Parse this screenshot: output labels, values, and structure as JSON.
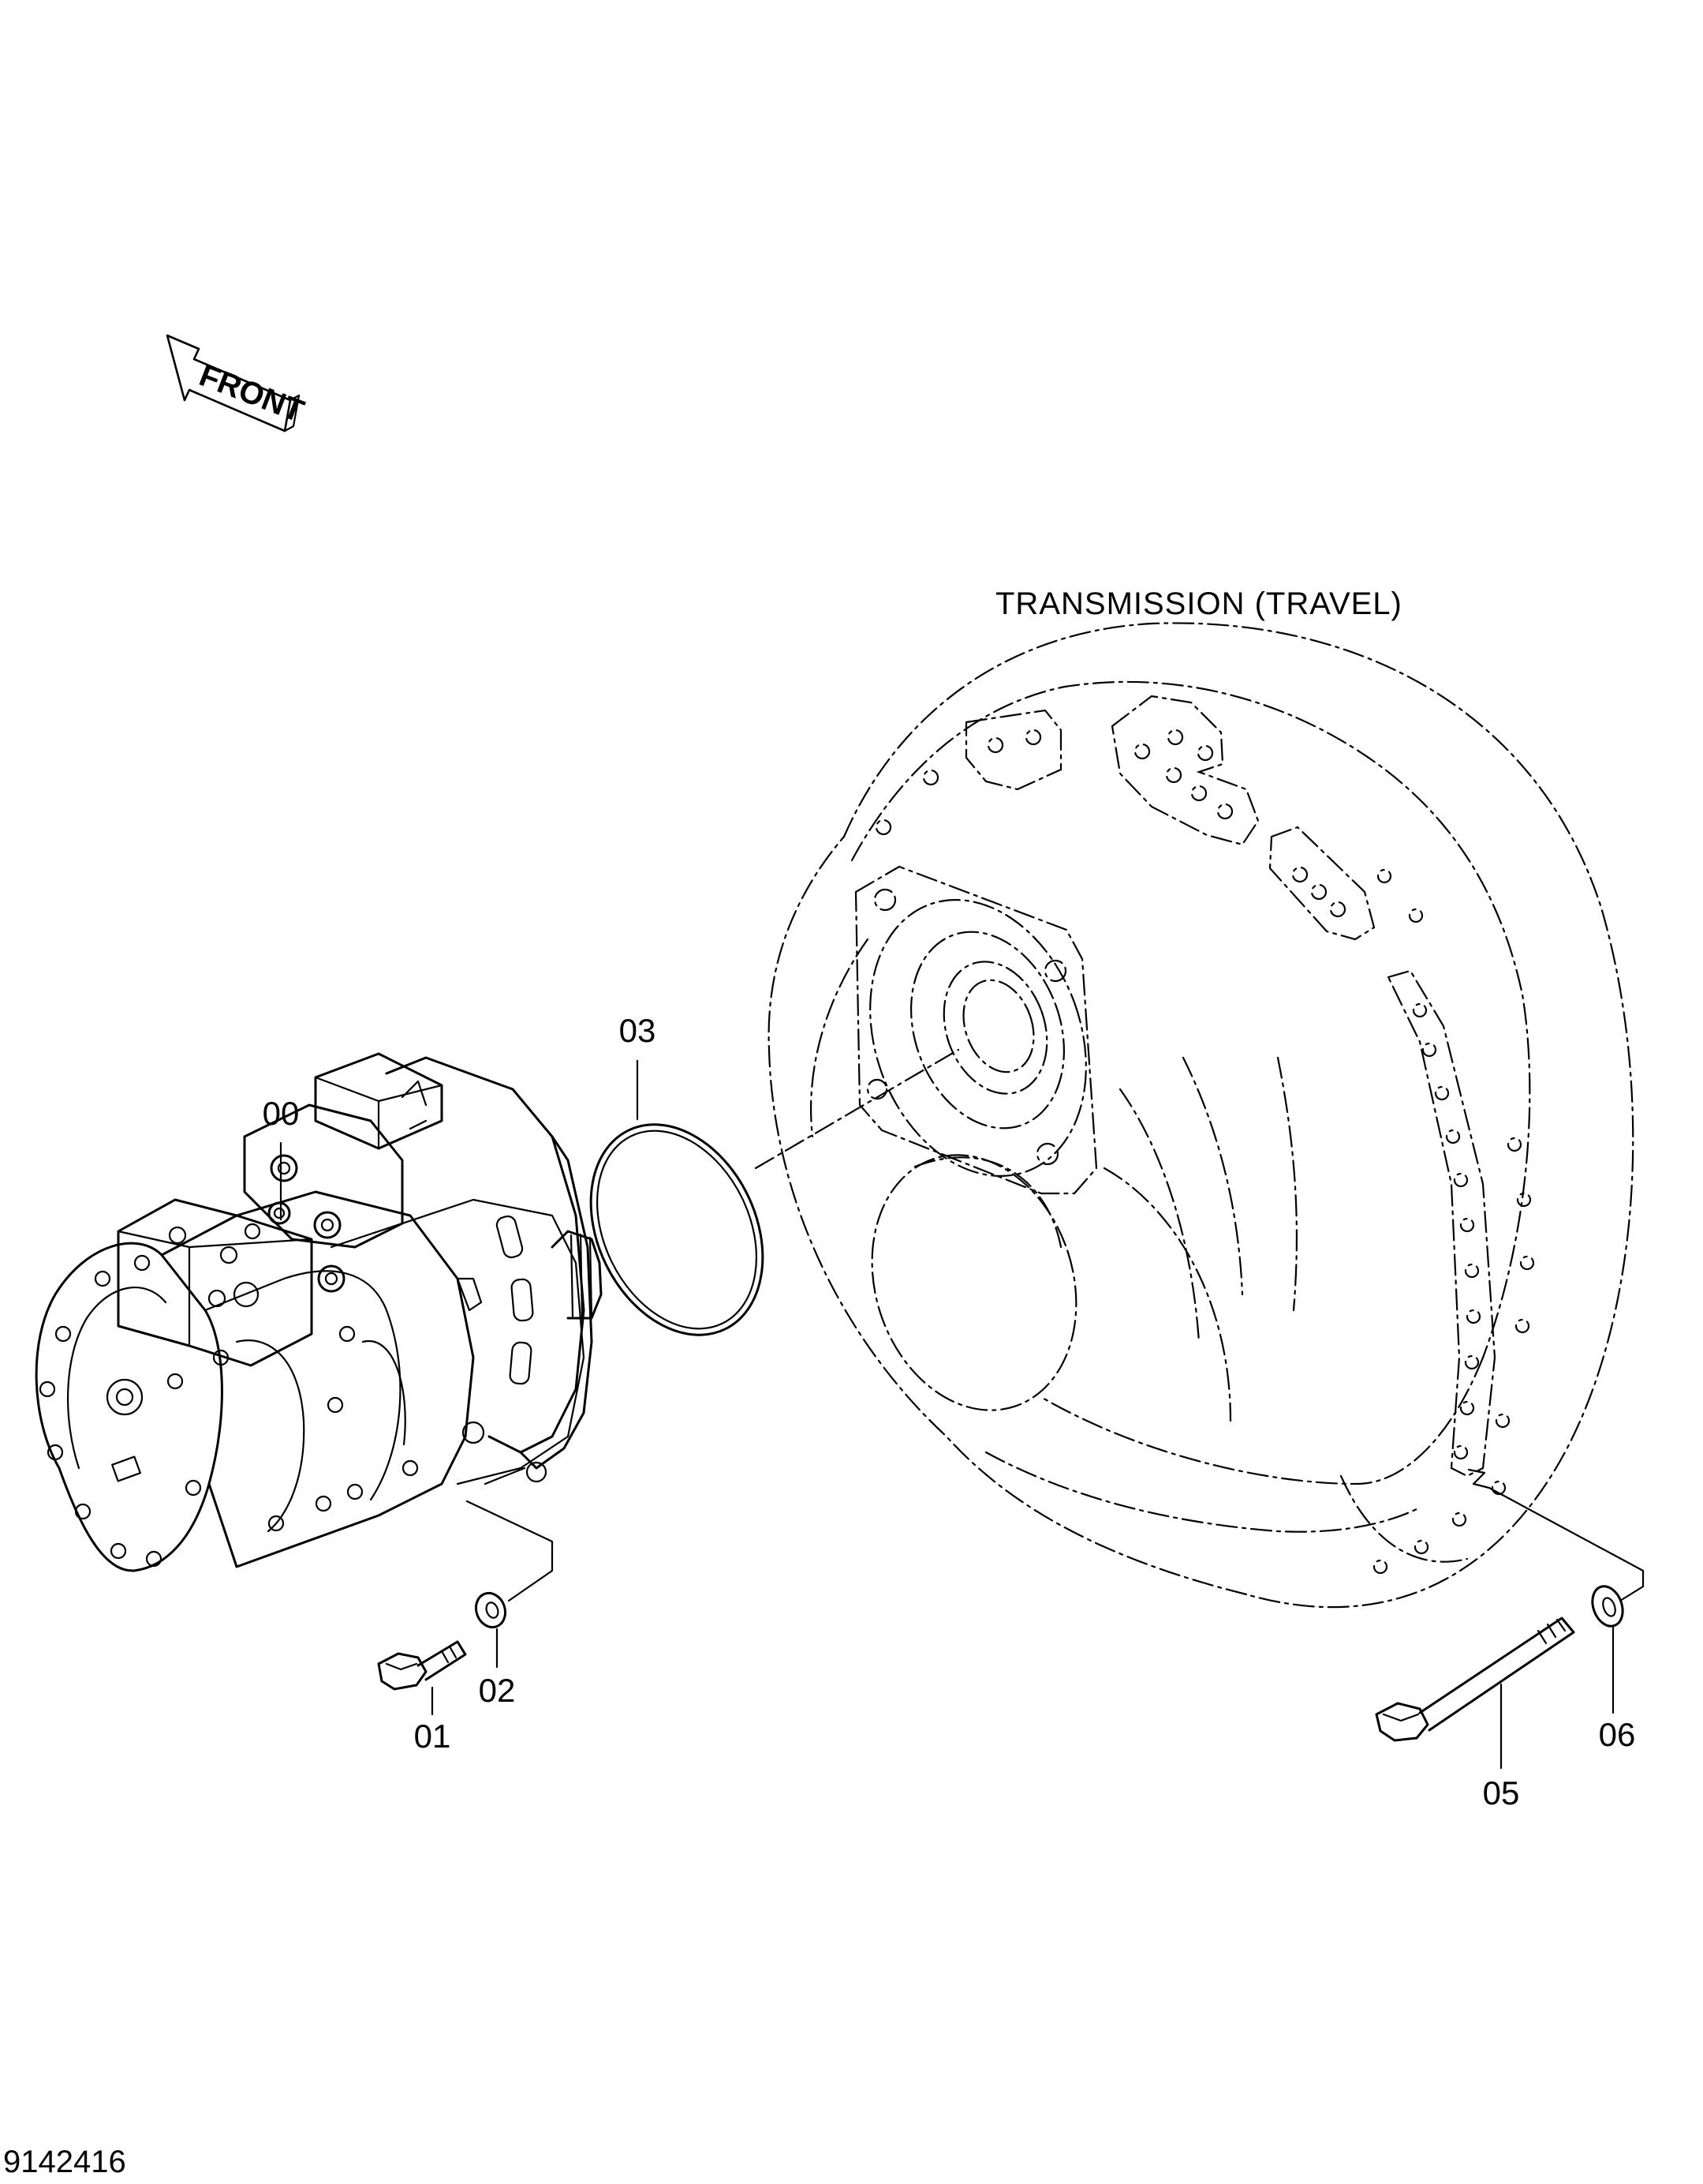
{
  "front_label": "FRONT",
  "assembly_label": "TRANSMISSION  (TRAVEL)",
  "drawing_number": "9142416",
  "callouts": {
    "c00": "00",
    "c01": "01",
    "c02": "02",
    "c03": "03",
    "c05": "05",
    "c06": "06"
  },
  "colors": {
    "line": "#000000",
    "background": "#ffffff"
  }
}
